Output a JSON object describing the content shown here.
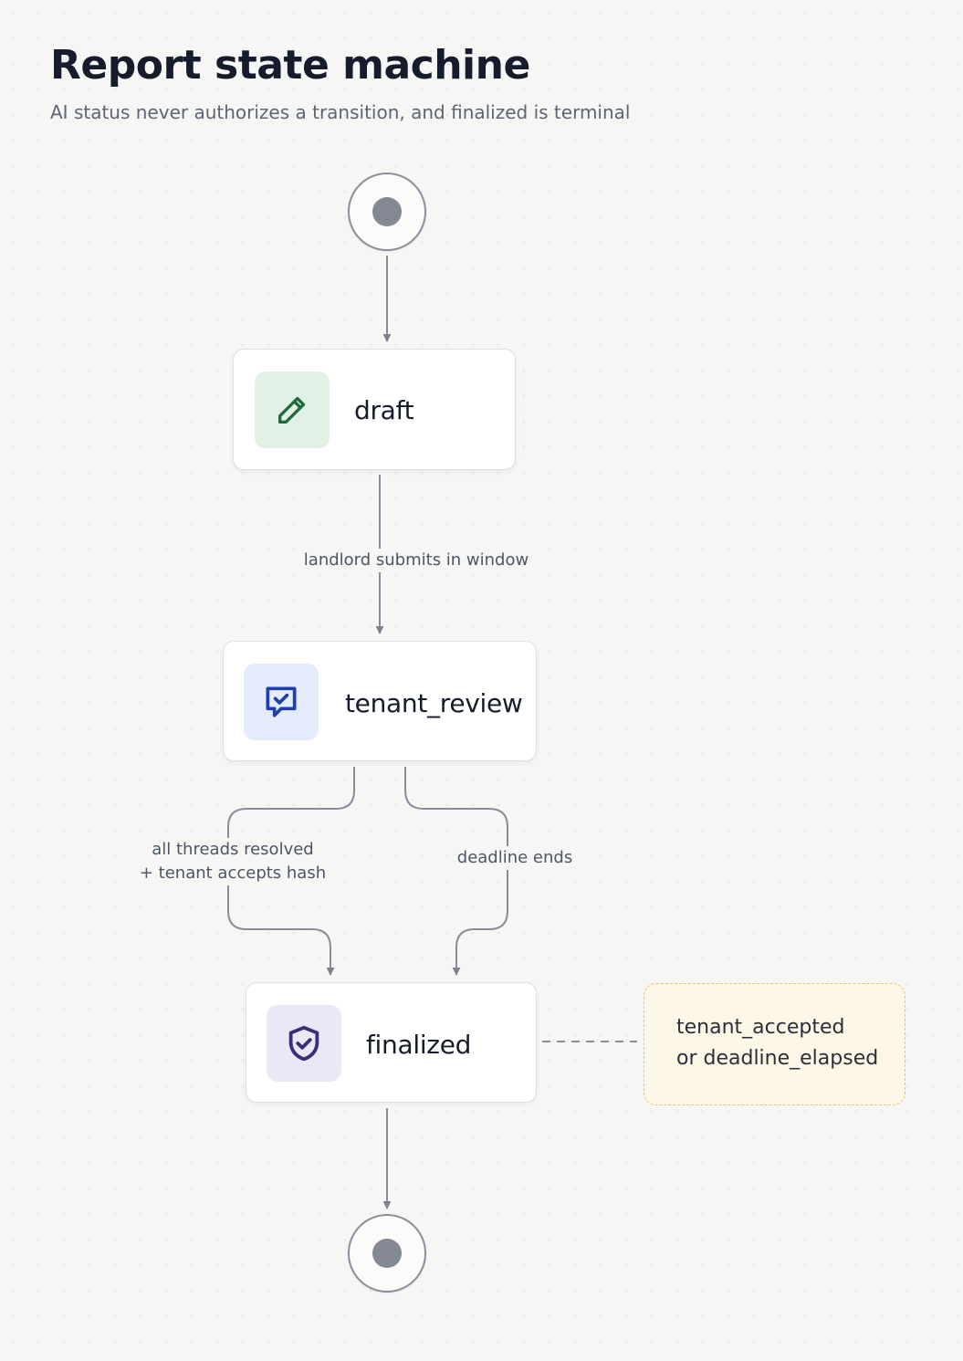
{
  "header": {
    "title": "Report state machine",
    "subtitle": "AI status never authorizes a transition, and finalized is terminal"
  },
  "states": {
    "draft": {
      "label": "draft",
      "icon": "pencil-icon",
      "accent": "#1f6b3f",
      "tile": "#e2f1e6"
    },
    "tenant_review": {
      "label": "tenant_review",
      "icon": "chat-check-icon",
      "accent": "#1d3fb0",
      "tile": "#e5ecfb"
    },
    "finalized": {
      "label": "finalized",
      "icon": "shield-check-icon",
      "accent": "#3b2d7a",
      "tile": "#ebe8f6"
    }
  },
  "transitions": {
    "submit": "landlord submits in window",
    "resolved_line1": "all threads resolved",
    "resolved_line2": "+ tenant accepts hash",
    "deadline": "deadline ends"
  },
  "note": {
    "line1": "tenant_accepted",
    "line2": "or deadline_elapsed",
    "border_color": "#e9c36a",
    "fill_color": "#fdf7e8"
  }
}
